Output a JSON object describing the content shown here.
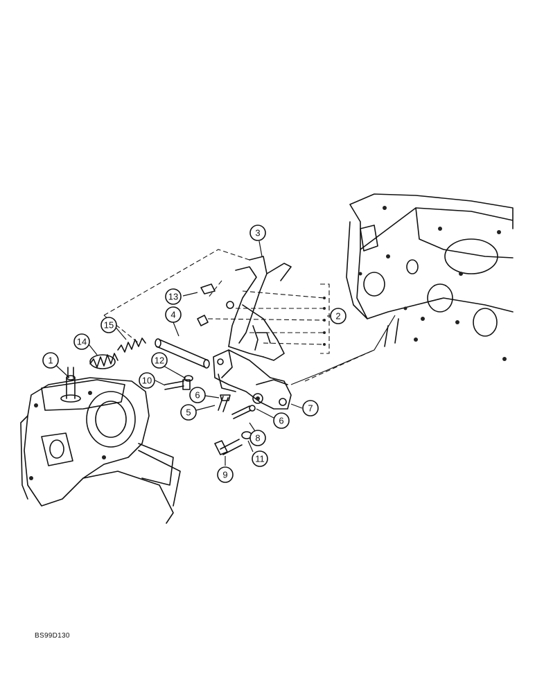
{
  "document_code": "BS99D130",
  "callouts": [
    {
      "label": "1"
    },
    {
      "label": "2"
    },
    {
      "label": "3"
    },
    {
      "label": "4"
    },
    {
      "label": "5"
    },
    {
      "label": "6"
    },
    {
      "label": "6"
    },
    {
      "label": "7"
    },
    {
      "label": "8"
    },
    {
      "label": "9"
    },
    {
      "label": "10"
    },
    {
      "label": "11"
    },
    {
      "label": "12"
    },
    {
      "label": "13"
    },
    {
      "label": "14"
    },
    {
      "label": "15"
    }
  ]
}
